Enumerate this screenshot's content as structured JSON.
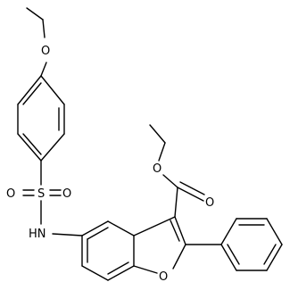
{
  "molecule": {
    "labels": {
      "o_ether": "O",
      "o_sulfonyl_left": "O",
      "s_sulfonyl": "S",
      "o_sulfonyl_right": "O",
      "nh": "HN",
      "o_ester_single": "O",
      "o_ester_double": "O",
      "o_furan": "O"
    }
  }
}
